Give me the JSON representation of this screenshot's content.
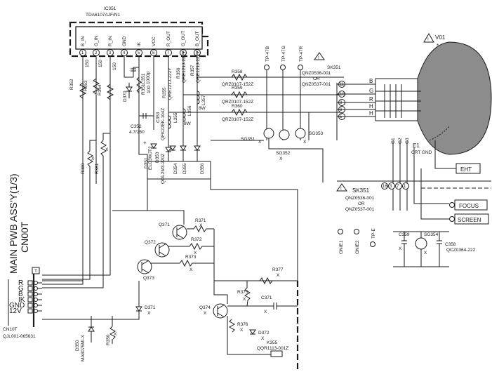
{
  "ic": {
    "ref": "IC351",
    "part": "TDA6107AJF/N1",
    "pins": [
      {
        "num": "1",
        "name": "B_IN"
      },
      {
        "num": "2",
        "name": "G_IN"
      },
      {
        "num": "3",
        "name": "R_IN"
      },
      {
        "num": "4",
        "name": "GND"
      },
      {
        "num": "5",
        "name": "IK"
      },
      {
        "num": "6",
        "name": "VCC"
      },
      {
        "num": "7",
        "name": "R_OUT"
      },
      {
        "num": "8",
        "name": "G_OUT"
      },
      {
        "num": "9",
        "name": "B_OUT"
      }
    ]
  },
  "resistors": {
    "r352": "R352",
    "r352v": "150",
    "r353": "R353",
    "r353v": "150",
    "r354": "R354",
    "r354v": "150",
    "r380": "R380",
    "r381": "R381",
    "r351": "R351",
    "r351v": "100",
    "r355": "R355",
    "r355v": "QRE121J-222Y",
    "r356": "R356",
    "r356v": "QRE121J-222Y",
    "r357": "R357",
    "r357v": "QRE121J-222Y",
    "r358": "R358",
    "r358v": "QRZ0107-152Z",
    "r359": "R359",
    "r359v": "QRZ0107-152Z",
    "r360": "R360",
    "r360v": "QRZ0107-152Z",
    "r371": "R371",
    "r372": "R372",
    "r373": "R373",
    "r375": "R375",
    "r376": "R376",
    "r377": "R377",
    "r350": "R350"
  },
  "capacitors": {
    "c351": "C351",
    "c351v": "1000p",
    "c352": "C352",
    "c352v": "4.7/250",
    "c353": "C353",
    "c353v": "QFK22EK-104Z",
    "c359": "C359",
    "c358": "C358",
    "c358v": "QCZ0364-222",
    "c371": "C371"
  },
  "diodes": {
    "d370": "D370",
    "d351": "D351",
    "d351v": "ELG3WJT2",
    "d353": "D353",
    "d353v": "QOL2M3-220Z",
    "d354": "D354",
    "d355": "D355",
    "d356": "D356",
    "d371": "D371",
    "d372": "D372",
    "d350": "D350",
    "d350v": "MA8075M/-X"
  },
  "inductors": {
    "l355": "L355",
    "l356": "L356",
    "l357": "L357",
    "l357v": "8W",
    "lmid": "8W"
  },
  "transistors": {
    "q371": "Q371",
    "q372": "Q372",
    "q373": "Q373",
    "q374": "Q374"
  },
  "sparkgaps": {
    "sg351": "SG351",
    "sg352": "SG352",
    "sg353": "SG353",
    "sg354": "SG354"
  },
  "testpoints": {
    "tp47b": "TP-47B",
    "tp47g": "TP-47G",
    "tp47r": "TP-47R",
    "tpe": "TP-E"
  },
  "sockets": {
    "sk351a": "SK351",
    "sk351a_part1": "QNZ0536-001",
    "sk351a_or": "OR",
    "sk351a_part2": "QNZ0537-001",
    "sk351b": "SK351",
    "sk351b_part1": "QNZ0536-001",
    "sk351b_or": "OR",
    "sk351b_part2": "QNZ0537-001"
  },
  "crt": {
    "ref": "V01",
    "mark": "*",
    "guns": [
      "B",
      "G",
      "R",
      "H",
      "H"
    ],
    "grids": [
      "G1",
      "G2",
      "G3"
    ],
    "e1": "E1",
    "crt_gnd": "CRT GND",
    "eht": "EHT",
    "focus": "FOCUS",
    "screen": "SCREEN"
  },
  "connector": {
    "ref": "CN10T",
    "part": "QJL001-065631",
    "pins": [
      "R",
      "G",
      "B",
      "IK",
      "GND",
      "12V"
    ]
  },
  "onie": {
    "onie1": "ONIE1",
    "onie2": "ONIE2"
  },
  "k355": {
    "ref": "K355",
    "part": "QQR1113-001Z"
  },
  "board": {
    "title": "MAIN PWB ASS'Y(1/3)",
    "code": "CN00T",
    "t_box": "T"
  }
}
